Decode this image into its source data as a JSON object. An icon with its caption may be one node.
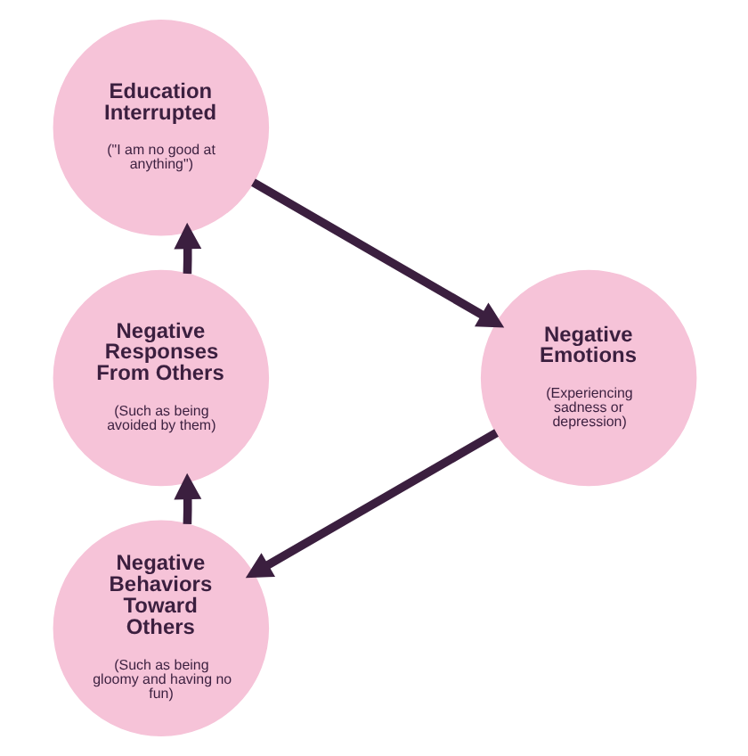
{
  "diagram": {
    "nodes": [
      {
        "text": [
          "Education Interrupted",
          "(\"I am no good at anything\")"
        ]
      },
      {
        "text": [
          "Negative Emotions",
          "(Experiencing sadness or depression)"
        ]
      },
      {
        "text": [
          "Negative Behaviors Toward Others",
          "(Such as being gloomy and having no fun)"
        ]
      },
      {
        "text": [
          "Negative Responses From Others",
          "(Such as being avoided by them)"
        ]
      }
    ],
    "edges": [
      {
        "from": 0,
        "to": 1,
        "arrow": "to"
      },
      {
        "from": 1,
        "to": 2,
        "arrow": "to"
      },
      {
        "from": 2,
        "to": 3,
        "arrow": "to"
      },
      {
        "from": 3,
        "to": 0,
        "arrow": "to"
      }
    ]
  }
}
